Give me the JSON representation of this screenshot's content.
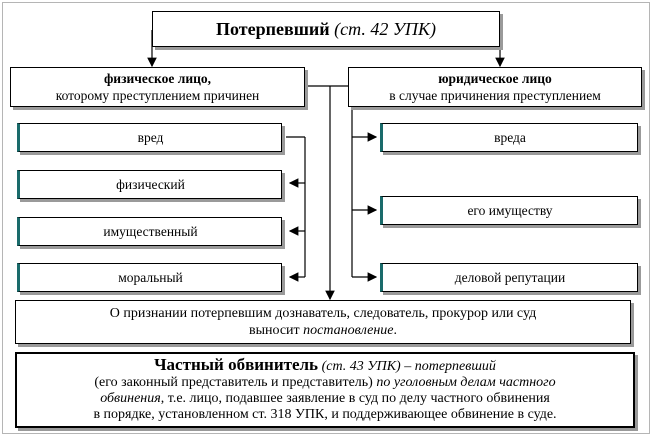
{
  "top": {
    "title": "Потерпевший",
    "ref": " (ст. 42 УПК)"
  },
  "left_category": {
    "heading": "физическое лицо,",
    "subtext": "которому преступлением причинен"
  },
  "right_category": {
    "heading": "юридическое лицо",
    "subtext": "в случае причинения преступлением"
  },
  "left_items": [
    "вред",
    "физический",
    "имущественный",
    "моральный"
  ],
  "right_items": [
    "вреда",
    "его имуществу",
    "деловой репутации"
  ],
  "decision": {
    "line1": "О признании потерпевшим дознаватель, следователь, прокурор или суд",
    "line2_plain": "выносит ",
    "line2_italic": "постановление",
    "line2_end": "."
  },
  "private_prosecutor": {
    "title": "Частный обвинитель",
    "title_ref": " (ст. 43 УПК) – потерпевший",
    "line2_plain": "(его законный представитель и представитель) ",
    "line2_italic": "по уголовным делам частного",
    "line3_italic": "обвинения",
    "line3_plain": ", т.е. лицо, подавшее заявление в суд по делу частного обвинения",
    "line4": "в порядке, установленном ст. 318 УПК, и поддерживающее обвинение в суде."
  },
  "colors": {
    "border": "#000000",
    "shadow": "#9a9a9a",
    "accent": "#1a6b6b"
  }
}
